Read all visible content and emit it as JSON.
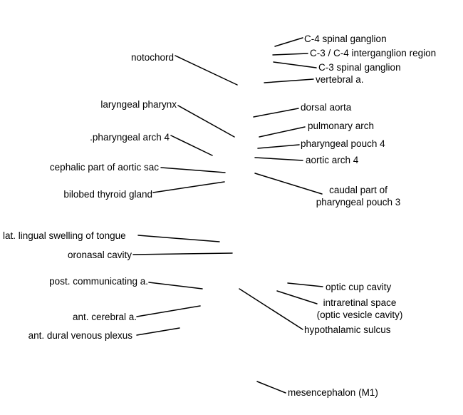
{
  "labels": {
    "c4_spinal_ganglion": "C-4 spinal ganglion",
    "c3_c4_interganglion_region": "C-3 / C-4 interganglion region",
    "c3_spinal_ganglion": "C-3 spinal ganglion",
    "notochord": "notochord",
    "vertebral_a": "vertebral a.",
    "laryngeal_pharynx": "laryngeal pharynx",
    "dorsal_aorta": "dorsal aorta",
    "pulmonary_arch": "pulmonary arch",
    "pharyngeal_arch_4": ".pharyngeal arch 4",
    "pharyngeal_pouch_4": "pharyngeal pouch 4",
    "aortic_arch_4": "aortic arch 4",
    "cephalic_part_of_aortic_sac": "cephalic part of aortic sac",
    "caudal_part_of_pharyngeal_pouch_3_line1": "caudal part of",
    "caudal_part_of_pharyngeal_pouch_3_line2": "pharyngeal pouch 3",
    "bilobed_thyroid_gland": "bilobed thyroid gland",
    "lat_lingual_swelling_of_tongue": "lat. lingual swelling of tongue",
    "oronasal_cavity": "oronasal  cavity",
    "post_communicating_a": "post. communicating a.",
    "optic_cup_cavity": "optic cup cavity",
    "intraretinal_space_line1": "intraretinal space",
    "intraretinal_space_line2": "(optic vesicle cavity)",
    "ant_cerebral_a": "ant. cerebral a.",
    "hypothalamic_sulcus": "hypothalamic sulcus",
    "ant_dural_venous_plexus": "ant. dural venous plexus",
    "mesencephalon_m1": "mesencephalon (M1)"
  },
  "colors": {
    "line": "#000000",
    "text": "#000000",
    "background": "#ffffff"
  }
}
